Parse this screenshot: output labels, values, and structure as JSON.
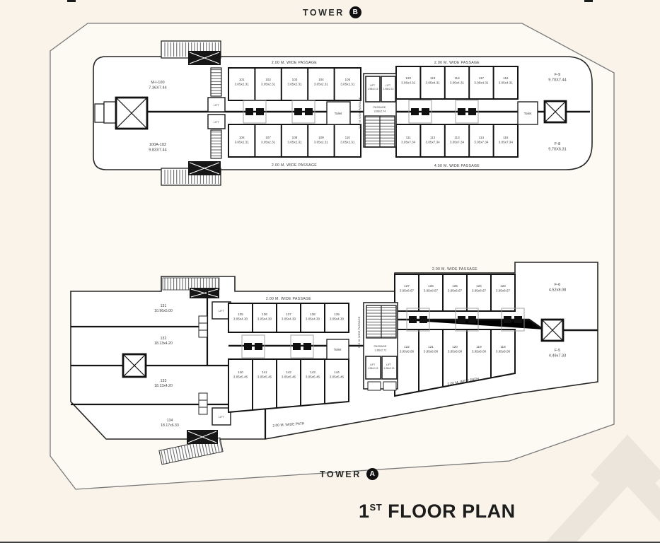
{
  "site": {
    "tower_b_label": "TOWER",
    "tower_b_letter": "B",
    "tower_a_label": "TOWER",
    "tower_a_letter": "A",
    "title_prefix": "1",
    "title_sup": "ST",
    "title_suffix": " FLOOR PLAN"
  },
  "colors": {
    "background": "#faf3ea",
    "paper": "#fdfaf3",
    "wall": "#161616",
    "watermark": "#ece5db"
  },
  "tower_b": {
    "passage_top_left": "2.00 M. WIDE PASSAGE",
    "passage_top_right": "2.00 M. WIDE PASSAGE",
    "passage_bottom_left": "2.00 M. WIDE PASSAGE",
    "passage_bottom_right": "4.50 M. WIDE PASSAGE",
    "side_passage": "2.13 M. WIDE PASSAGE",
    "area_top_left": {
      "no": "M-I-100",
      "dim": "7.36X7.44"
    },
    "area_bottom_left": {
      "no": "100A-102",
      "dim": "9.83X7.44"
    },
    "unit_f9": {
      "no": "F-9",
      "dim": "9.70X7.44"
    },
    "unit_f8": {
      "no": "F-8",
      "dim": "9.70X6.31"
    },
    "toilet_left": "Toilet",
    "toilet_right": "Toilet",
    "side_lift_top": "LIFT",
    "side_lift_bottom": "LIFT",
    "core": {
      "lift_label": "LIFT",
      "lift_dim": "1.98x2.13",
      "passage_label": "PASSAGE",
      "passage_dim": "3.66x2.74"
    },
    "units_top_left": [
      {
        "no": "101",
        "dim": "3.05x2.31"
      },
      {
        "no": "102",
        "dim": "3.05x2.31"
      },
      {
        "no": "103",
        "dim": "3.05x2.31"
      },
      {
        "no": "104",
        "dim": "3.05x2.31"
      },
      {
        "no": "105",
        "dim": "3.05x2.31"
      }
    ],
    "units_bottom_left": [
      {
        "no": "106",
        "dim": "3.05x2.31"
      },
      {
        "no": "107",
        "dim": "3.05x2.31"
      },
      {
        "no": "108",
        "dim": "3.05x2.31"
      },
      {
        "no": "109",
        "dim": "3.05x2.31"
      },
      {
        "no": "110",
        "dim": "3.05x2.31"
      }
    ],
    "units_top_right": [
      {
        "no": "120",
        "dim": "3.05x4.31"
      },
      {
        "no": "119",
        "dim": "3.05x4.31"
      },
      {
        "no": "118",
        "dim": "3.05x4.31"
      },
      {
        "no": "117",
        "dim": "3.05x4.31"
      },
      {
        "no": "116",
        "dim": "3.05x4.31"
      }
    ],
    "units_bottom_right": [
      {
        "no": "111",
        "dim": "3.05x7.34"
      },
      {
        "no": "112",
        "dim": "3.05x7.34"
      },
      {
        "no": "113",
        "dim": "3.05x7.34"
      },
      {
        "no": "114",
        "dim": "3.05x7.34"
      },
      {
        "no": "115",
        "dim": "3.05x7.34"
      }
    ]
  },
  "tower_a": {
    "passage_top_mid": "2.00 M. WIDE PASSAGE",
    "passage_top_right": "2.00 M. WIDE PASSAGE",
    "path_bottom_mid": "2.00 M. WIDE PATH",
    "path_bottom_right": "2.00 M. WIDE PATH",
    "side_passage": "2.13 M. WIDE PASSAGE",
    "bands": [
      {
        "no": "131",
        "dim": "10.96x5.00"
      },
      {
        "no": "132",
        "dim": "18.13x4.20"
      },
      {
        "no": "133",
        "dim": "18.13x4.20"
      },
      {
        "no": "134",
        "dim": "18.17x6.33"
      }
    ],
    "unit_f6": {
      "no": "F-6",
      "dim": "4.52x8.08"
    },
    "unit_f5": {
      "no": "F-5",
      "dim": "4.49x7.33"
    },
    "toilet": "Toilet",
    "side_lift_top": "LIFT",
    "side_lift_bottom": "LIFT",
    "core": {
      "lift_label": "LIFT",
      "lift_dim": "1.98x2.13",
      "passage_label": "PASSAGE",
      "passage_dim": "3.66x2.72"
    },
    "units_top_mid": [
      {
        "no": "135",
        "dim": "3.05x4.30"
      },
      {
        "no": "136",
        "dim": "3.05x4.30"
      },
      {
        "no": "137",
        "dim": "3.05x4.30"
      },
      {
        "no": "138",
        "dim": "3.05x4.30"
      },
      {
        "no": "139",
        "dim": "3.05x4.30"
      }
    ],
    "units_bottom_mid": [
      {
        "no": "140",
        "dim": "3.05x5.45"
      },
      {
        "no": "141",
        "dim": "3.05x5.45"
      },
      {
        "no": "142",
        "dim": "3.05x5.45"
      },
      {
        "no": "143",
        "dim": "3.05x5.45"
      },
      {
        "no": "144",
        "dim": "3.05x5.45"
      }
    ],
    "units_top_right": [
      {
        "no": "127",
        "dim": "3.95x8.67"
      },
      {
        "no": "126",
        "dim": "3.95x8.67"
      },
      {
        "no": "125",
        "dim": "3.95x8.67"
      },
      {
        "no": "124",
        "dim": "3.95x8.67"
      },
      {
        "no": "123",
        "dim": "3.95x8.67"
      }
    ],
    "units_bottom_right": [
      {
        "no": "122",
        "dim": "3.95x8.08"
      },
      {
        "no": "121",
        "dim": "3.95x8.08"
      },
      {
        "no": "120",
        "dim": "3.95x8.08"
      },
      {
        "no": "119",
        "dim": "3.95x8.08"
      },
      {
        "no": "118",
        "dim": "3.95x8.08"
      }
    ]
  }
}
